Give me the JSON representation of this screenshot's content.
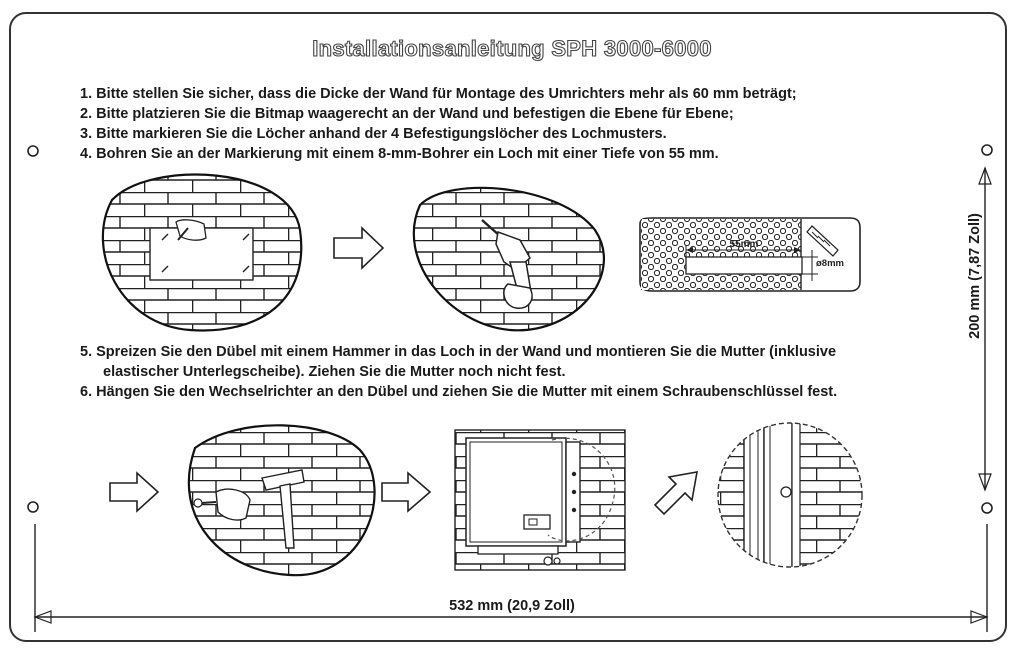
{
  "title": "Installationsanleitung SPH 3000-6000",
  "steps": {
    "s1": "1. Bitte stellen Sie sicher, dass die Dicke der Wand für Montage des Umrichters mehr als 60 mm beträgt;",
    "s2": "2. Bitte platzieren Sie die Bitmap waagerecht an der Wand und befestigen die Ebene für Ebene;",
    "s3": "3. Bitte markieren Sie die Löcher anhand der 4 Befestigungslöcher des Lochmusters.",
    "s4": "4. Bohren Sie an der Markierung mit einem 8-mm-Bohrer ein Loch mit einer Tiefe von 55 mm.",
    "s5a": "5. Spreizen Sie den Dübel mit einem Hammer in das Loch in der Wand und montieren Sie die Mutter (inklusive",
    "s5b": "elastischer Unterlegscheibe). Ziehen Sie die Mutter noch nicht fest.",
    "s6": "6. Hängen Sie den Wechselrichter an den Dübel und ziehen Sie die Mutter mit einem Schraubenschlüssel fest."
  },
  "dimensions": {
    "height": "200 mm (7,87 Zoll)",
    "width": "532 mm (20,9 Zoll)"
  },
  "drill_detail": {
    "depth": "55mm",
    "diameter": "ø8mm"
  }
}
